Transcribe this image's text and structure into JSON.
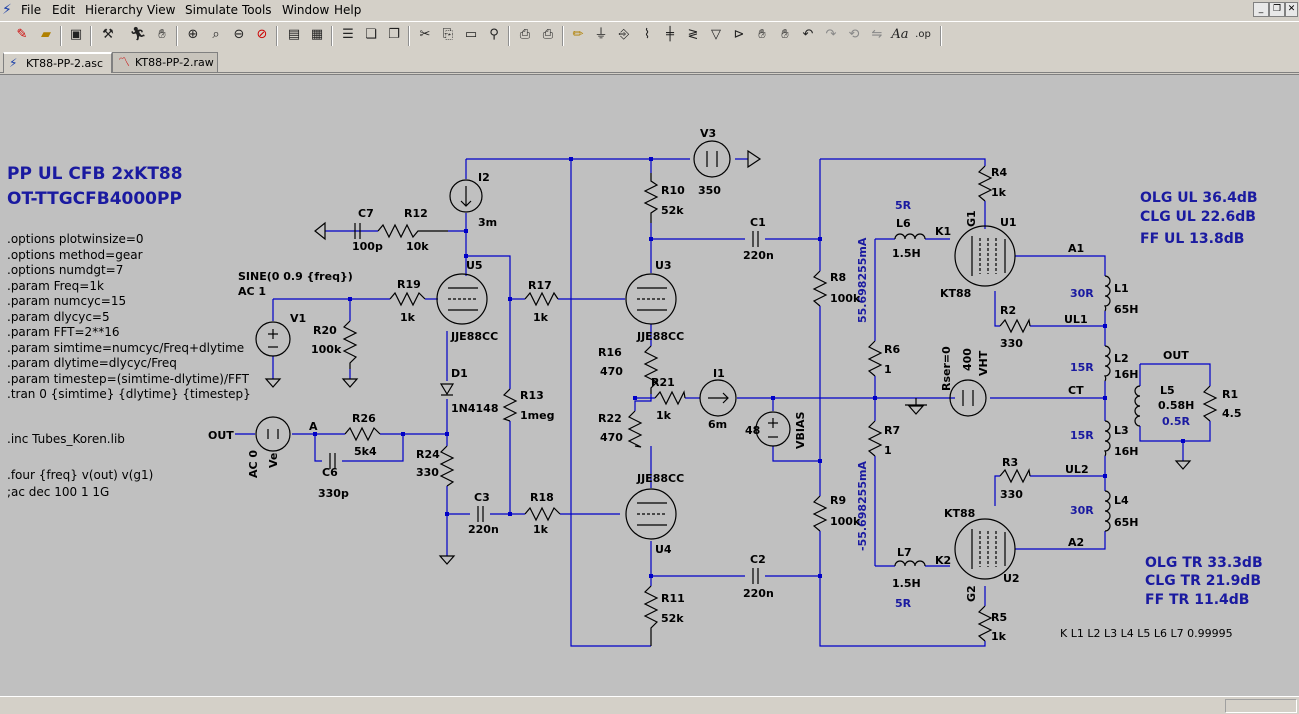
{
  "menu": [
    "File",
    "Edit",
    "Hierarchy",
    "View",
    "Simulate",
    "Tools",
    "Window",
    "Help"
  ],
  "toolbar_icons": [
    "new-schematic-icon",
    "open-icon",
    "save-icon",
    "control-panel-icon",
    "run-icon",
    "halt-icon",
    "zoom-in-icon",
    "zoom-fit-icon",
    "zoom-out-icon",
    "cancel-zoom-icon",
    "autorange-icon",
    "view-spice-icon",
    "tile-icon",
    "cascade-icon",
    "cut-icon",
    "copy-icon",
    "paste-icon",
    "find-icon",
    "print-setup-icon",
    "print-icon",
    "draw-wire-icon",
    "ground-icon",
    "label-net-icon",
    "resistor-icon",
    "capacitor-icon",
    "inductor-icon",
    "diode-icon",
    "component-icon",
    "move-icon",
    "drag-icon",
    "undo-icon",
    "redo-icon",
    "rotate-icon",
    "mirror-icon",
    "text-icon",
    "spice-directive-icon"
  ],
  "tabs": [
    {
      "label": "KT88-PP-2.asc",
      "icon": "schematic-tab-icon"
    },
    {
      "label": "KT88-PP-2.raw",
      "icon": "waveform-tab-icon"
    }
  ],
  "colors": {
    "wire": "#0000c8",
    "component": "#000000",
    "text": "#000000",
    "heading": "#1a1aa0",
    "canvas": "#c0c0c0"
  },
  "schematic": {
    "title1": "PP UL CFB 2xKT88",
    "title2": "OT-TTGCFB4000PP",
    "directives": [
      ".options plotwinsize=0",
      ".options method=gear",
      ".options numdgt=7",
      ".param Freq=1k",
      ".param numcyc=15",
      ".param dlycyc=5",
      ".param FFT=2**16",
      ".param simtime=numcyc/Freq+dlytime",
      ".param dlytime=dlycyc/Freq",
      ".param timestep=(simtime-dlytime)/FFT",
      ".tran 0 {simtime} {dlytime} {timestep}"
    ],
    "include": ".inc Tubes_Koren.lib",
    "four": ".four {freq} v(out) v(g1)",
    "ac": ";ac dec 100 1 1G",
    "olg_ul": "OLG UL 36.4dB",
    "clg_ul": "CLG UL 22.6dB",
    "ff_ul": "FF UL 13.8dB",
    "olg_tr": "OLG TR 33.3dB",
    "clg_tr": "CLG TR 21.9dB",
    "ff_tr": "FF TR 11.4dB",
    "kline": "K L1 L2 L3 L4 L5 L6 L7 0.99995",
    "i_top": "55.698255mA",
    "i_bot": "-55.698255mA",
    "labels": {
      "C7": "C7",
      "C7v": "100p",
      "R12": "R12",
      "R12v": "10k",
      "I2": "I2",
      "I2v": "3m",
      "V3": "V3",
      "V3v": "350",
      "R10": "R10",
      "R10v": "52k",
      "C1": "C1",
      "C1v": "220n",
      "R4": "R4",
      "R4v": "1k",
      "U1": "U1",
      "G1": "G1",
      "K1": "K1",
      "L6": "L6",
      "L6v": "1.5H",
      "L6r": "5R",
      "KT88a": "KT88",
      "A1": "A1",
      "L1": "L1",
      "L1v": "65H",
      "L1r": "30R",
      "R2": "R2",
      "R2v": "330",
      "UL1": "UL1",
      "L2": "L2",
      "L2v": "16H",
      "L2r": "15R",
      "R8": "R8",
      "R8v": "100k",
      "R6": "R6",
      "R6v": "1",
      "Rser": "Rser=0",
      "V400": "400",
      "VHT": "VHT",
      "CT": "CT",
      "OUT2": "OUT",
      "L5": "L5",
      "L5v": "0.58H",
      "L5r": "0.5R",
      "R1": "R1",
      "R1v": "4.5",
      "sine": "SINE(0 0.9 {freq})",
      "ac1": "AC 1",
      "V1": "V1",
      "R19": "R19",
      "R19v": "1k",
      "U5": "U5",
      "JJE1": "JJE88CC",
      "R20": "R20",
      "R20v": "100k",
      "R17": "R17",
      "R17v": "1k",
      "U3": "U3",
      "JJE2": "JJE88CC",
      "R16": "R16",
      "R16v": "470",
      "R21": "R21",
      "R21v": "1k",
      "I1": "I1",
      "I1v": "6m",
      "V48": "48",
      "VBIAS": "VBIAS",
      "R22": "R22",
      "R22v": "470",
      "D1": "D1",
      "D1v": "1N4148",
      "R13": "R13",
      "R13v": "1meg",
      "OUT1": "OUT",
      "A": "A",
      "R26": "R26",
      "R26v": "5k4",
      "ACv": "AC 0",
      "Ve": "Ve",
      "C6": "C6",
      "C6v": "330p",
      "R24": "R24",
      "R24v": "330",
      "C3": "C3",
      "C3v": "220n",
      "R18": "R18",
      "R18v": "1k",
      "JJE3": "JJE88CC",
      "U4": "U4",
      "C2": "C2",
      "C2v": "220n",
      "R11": "R11",
      "R11v": "52k",
      "R7": "R7",
      "R7v": "1",
      "R9": "R9",
      "R9v": "100k",
      "L3": "L3",
      "L3v": "16H",
      "L3r": "15R",
      "UL2": "UL2",
      "R3": "R3",
      "R3v": "330",
      "L4": "L4",
      "L4v": "65H",
      "L4r": "30R",
      "KT88b": "KT88",
      "A2": "A2",
      "K2": "K2",
      "L7": "L7",
      "L7v": "1.5H",
      "L7r": "5R",
      "U2": "U2",
      "G2": "G2",
      "R5": "R5",
      "R5v": "1k"
    }
  }
}
